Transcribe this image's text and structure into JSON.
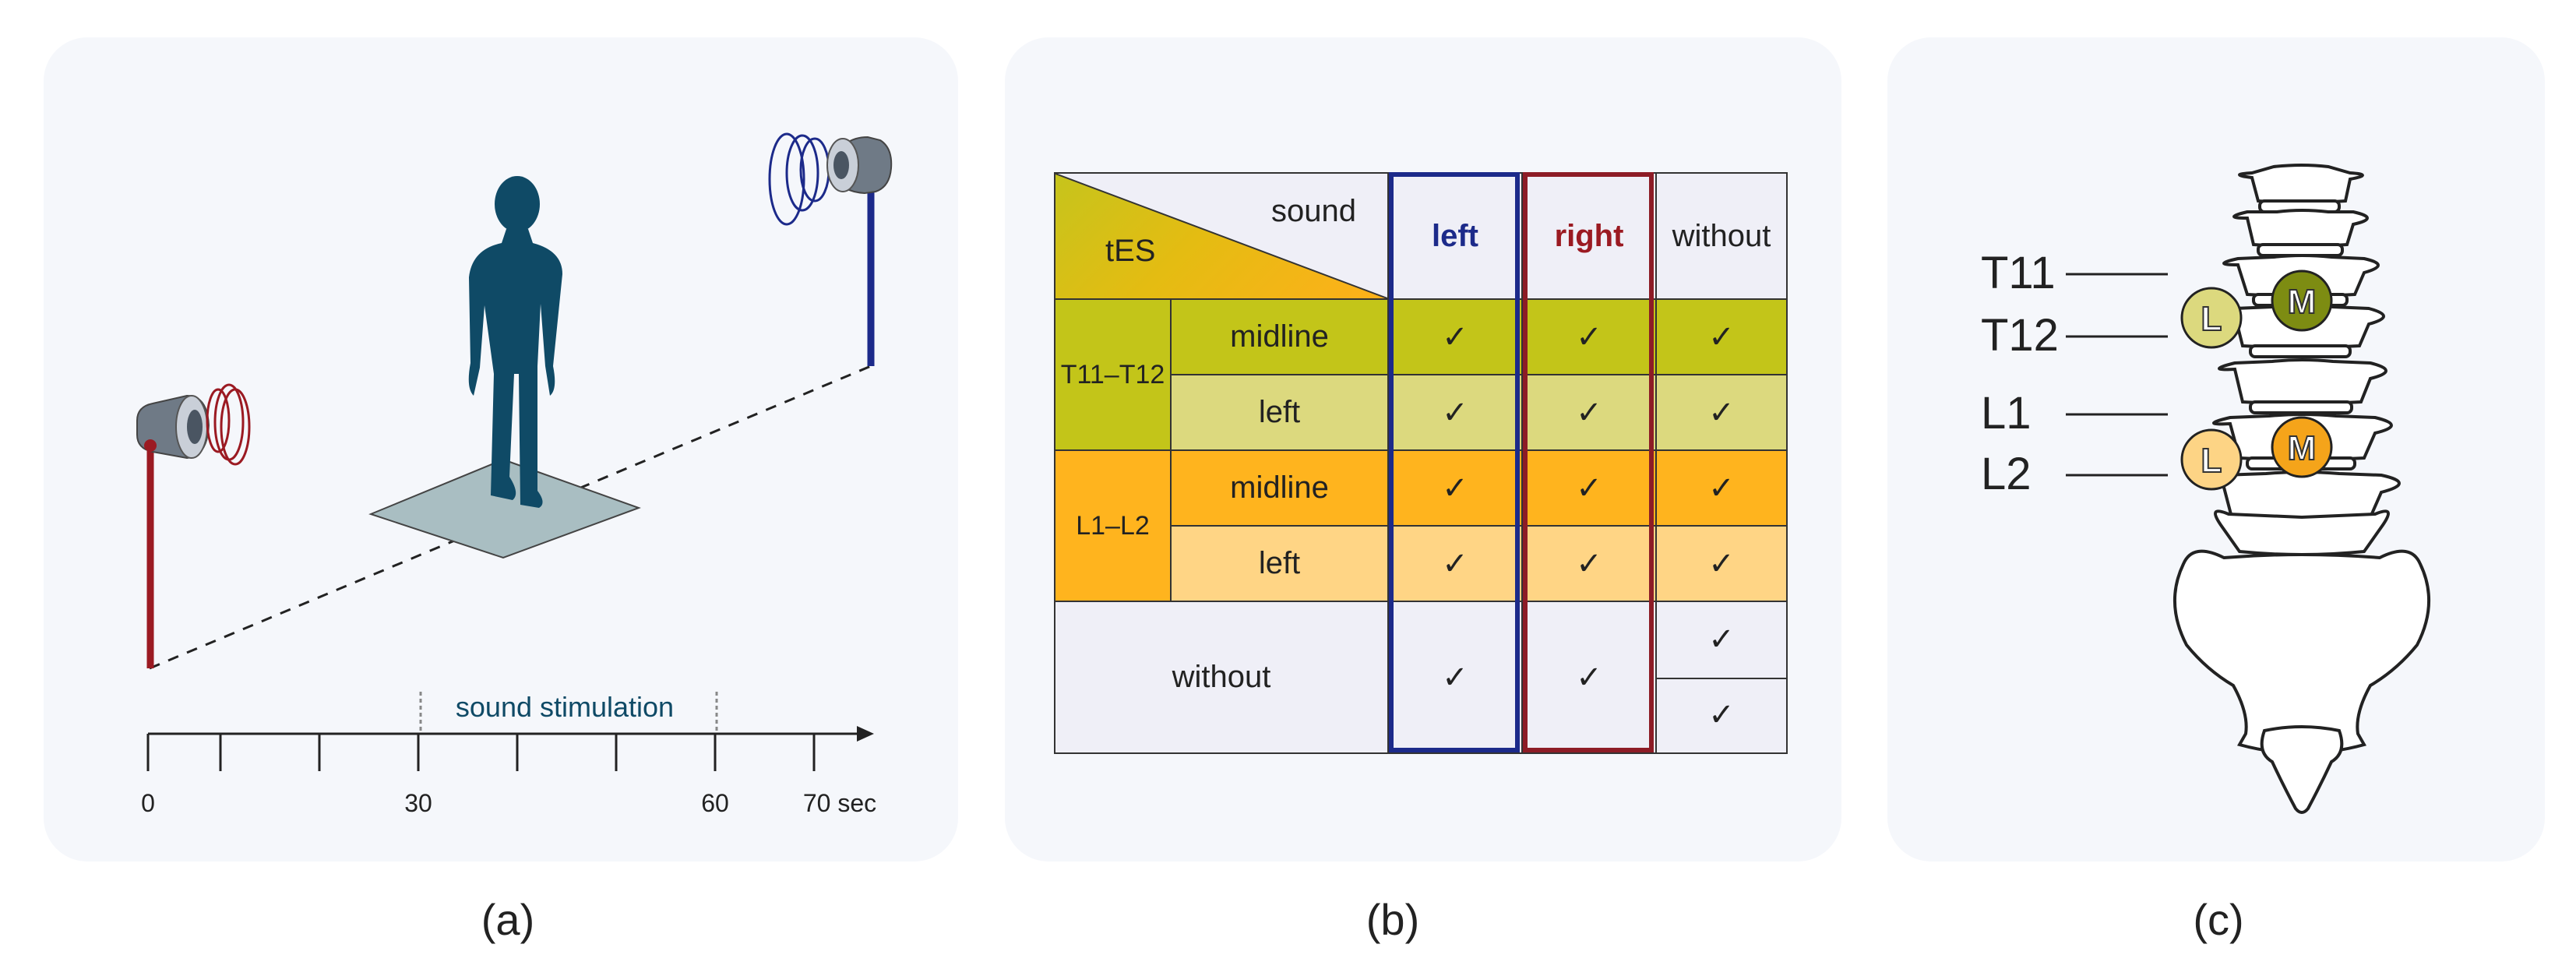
{
  "captions": {
    "a": "(a)",
    "b": "(b)",
    "c": "(c)"
  },
  "panel_a": {
    "stimulus_label": "sound stimulation",
    "timeline_labels": [
      "0",
      "30",
      "60",
      "70 sec"
    ],
    "colors": {
      "left_speaker": "#9b1a22",
      "right_speaker": "#1c2a8a",
      "figure": "#0f4a66",
      "platform": "#a9bec2"
    }
  },
  "table": {
    "header": {
      "sound": "sound",
      "tes": "tES",
      "left": "left",
      "right": "right",
      "without": "without"
    },
    "groups": [
      {
        "name": "T11–T12",
        "rows": [
          {
            "label": "midline",
            "checks": [
              "✓",
              "✓",
              "✓"
            ]
          },
          {
            "label": "left",
            "checks": [
              "✓",
              "✓",
              "✓"
            ]
          }
        ]
      },
      {
        "name": "L1–L2",
        "rows": [
          {
            "label": "midline",
            "checks": [
              "✓",
              "✓",
              "✓"
            ]
          },
          {
            "label": "left",
            "checks": [
              "✓",
              "✓",
              "✓"
            ]
          }
        ]
      }
    ],
    "without_row": {
      "label": "without",
      "left": "✓",
      "right": "✓",
      "without_top": "✓",
      "without_bottom": "✓"
    },
    "colors": {
      "left": "#1c2a8a",
      "right": "#8d1c26",
      "thoracic": "#c3c519",
      "thoracic_light": "#dcd97e",
      "lumbar": "#ffb41e",
      "lumbar_light": "#ffd585"
    }
  },
  "spine": {
    "levels": [
      "T11",
      "T12",
      "L1",
      "L2"
    ],
    "electrodes": {
      "lateral": "L",
      "midline": "M"
    },
    "colors": {
      "thoracic_m": "#7d8c12",
      "thoracic_l": "#dcd97e",
      "lumbar_m": "#f5a41a",
      "lumbar_l": "#fdd485"
    }
  }
}
